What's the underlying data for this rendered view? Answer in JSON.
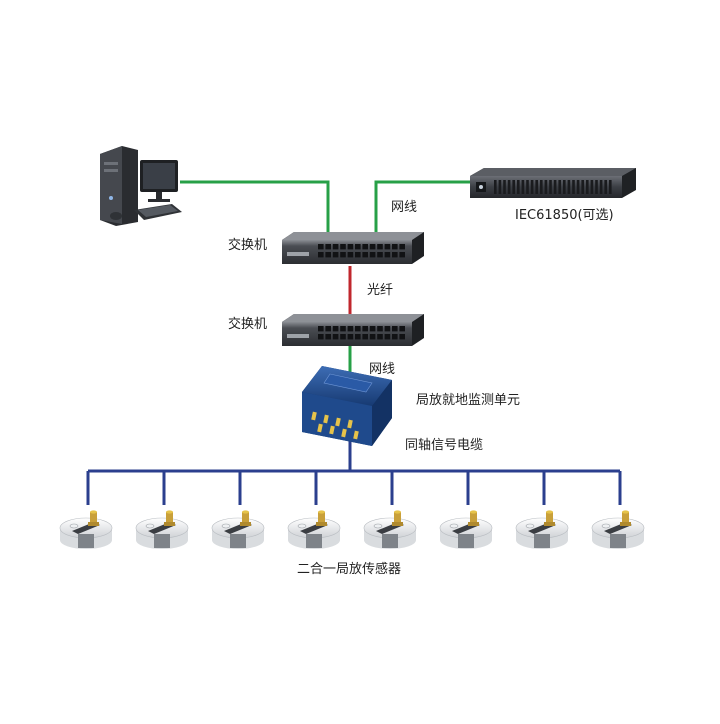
{
  "labels": {
    "switch_top": "交换机",
    "switch_bottom": "交换机",
    "network_cable_top": "网线",
    "fiber": "光纤",
    "network_cable_bottom": "网线",
    "server_caption": "IEC61850(可选)",
    "monitor_unit": "局放就地监测单元",
    "coax_cable": "同轴信号电缆",
    "sensors": "二合一局放传感器"
  },
  "colors": {
    "network_line": "#27a047",
    "fiber_line": "#c0272d",
    "coax_line": "#2b3f8e",
    "switch_body": "#3a3d42",
    "unit_body": "#1f4a8c"
  },
  "icons": {
    "computer": "desktop-computer-icon",
    "server": "rack-device-icon",
    "switch": "network-switch-icon",
    "unit": "monitoring-unit-icon",
    "sensor": "pd-sensor-icon"
  },
  "sensor_count": 8
}
